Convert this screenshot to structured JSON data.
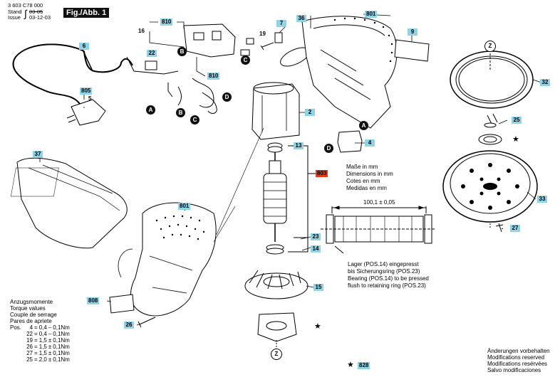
{
  "header": {
    "doc_number": "3 603 C78 000",
    "stand_label": "Stand",
    "stand_value": "03-05",
    "issue_label": "Issue",
    "issue_value": "03-12-03",
    "figure_title": "Fig./Abb. 1"
  },
  "parts": {
    "p6": "6",
    "p7": "7",
    "p9": "9",
    "p16": "16",
    "p19": "19",
    "p22": "22",
    "p36": "36",
    "p801a": "801",
    "p801b": "801",
    "p810a": "810",
    "p810b": "810",
    "p805": "805",
    "p5": "5",
    "p2": "2",
    "p4": "4",
    "p13": "13",
    "p803": "803",
    "p23": "23",
    "p14": "14",
    "p15": "15",
    "p37": "37",
    "p808": "808",
    "p26": "26",
    "p32": "32",
    "p25": "25",
    "p33": "33",
    "p27": "27",
    "p828": "828"
  },
  "markers": {
    "a": "A",
    "b": "B",
    "c": "C",
    "d": "D",
    "z": "Z",
    "star": "★"
  },
  "units_note": [
    "Maße in mm",
    "Dimensions in mm",
    "Cotes en mm",
    "Medidas en mm"
  ],
  "dimension": "100,1 ± 0,05",
  "bearing_note": [
    "Lager (POS.14) eingepresst",
    "bis Sicherungsring (POS.23)",
    "Bearing (POS.14) to be pressed",
    "flush to retaining ring (POS.23)"
  ],
  "torque": {
    "titles": [
      "Anzugsmomente",
      "Torque values",
      "Couple de serrage",
      "Pares de apriete"
    ],
    "pos_label": "Pos.",
    "rows": [
      {
        "pos": "4",
        "val": "0,4",
        "sep": "–",
        "tol": "0,1Nm"
      },
      {
        "pos": "22",
        "val": "0,4",
        "sep": "–",
        "tol": "0,1Nm"
      },
      {
        "pos": "19",
        "val": "1,5",
        "sep": "±",
        "tol": "0,1Nm"
      },
      {
        "pos": "26",
        "val": "1,5",
        "sep": "±",
        "tol": "0,1Nm"
      },
      {
        "pos": "27",
        "val": "1,5",
        "sep": "±",
        "tol": "0,1Nm"
      },
      {
        "pos": "25",
        "val": "2,0",
        "sep": "±",
        "tol": "0,1Nm"
      }
    ]
  },
  "modifications": [
    "Änderungen vorbehalten",
    "Modifications reserved",
    "Modifications resérvées",
    "Salvo modificaciones"
  ],
  "colors": {
    "tag_blue": "#8fd3e6",
    "tag_red": "#e23a1a"
  }
}
